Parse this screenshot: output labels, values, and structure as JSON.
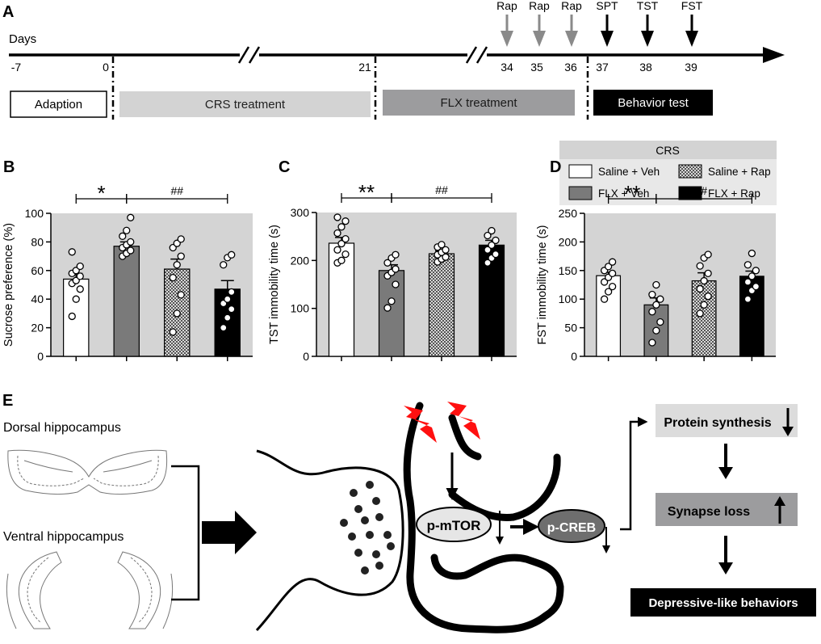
{
  "panels": {
    "a": {
      "letter": "A",
      "days_label": "Days",
      "day_ticks": [
        "-7",
        "0",
        "21",
        "34",
        "35",
        "36",
        "37",
        "38",
        "39"
      ],
      "event_arrows": [
        {
          "label": "Rap",
          "day": "34",
          "color": "#8a8a8a"
        },
        {
          "label": "Rap",
          "day": "35",
          "color": "#8a8a8a"
        },
        {
          "label": "Rap",
          "day": "36",
          "color": "#8a8a8a"
        },
        {
          "label": "SPT",
          "day": "37",
          "color": "#000000"
        },
        {
          "label": "TST",
          "day": "38",
          "color": "#000000"
        },
        {
          "label": "FST",
          "day": "39",
          "color": "#000000"
        }
      ],
      "phases": [
        {
          "label": "Adaption",
          "fill": "#ffffff",
          "text_color": "#000000"
        },
        {
          "label": "CRS treatment",
          "fill": "#d3d3d3",
          "text_color": "#222222"
        },
        {
          "label": "FLX treatment",
          "fill": "#9c9c9e",
          "text_color": "#1a1a1a"
        },
        {
          "label": "Behavior test",
          "fill": "#000000",
          "text_color": "#ffffff"
        }
      ]
    },
    "e": {
      "letter": "E",
      "dorsal_label": "Dorsal hippocampus",
      "ventral_label": "Ventral hippocampus",
      "ptor_label": "p-mTOR",
      "pcreb_label": "p-CREB",
      "protein_label": "Protein synthesis",
      "synapse_label": "Synapse loss",
      "depressive_label": "Depressive-like behaviors",
      "protein_arrow": "down",
      "synapse_arrow": "up"
    }
  },
  "legend": {
    "title": "CRS",
    "items": [
      {
        "label": "Saline + Veh",
        "fill": "#ffffff"
      },
      {
        "label": "Saline + Rap",
        "fill": "hatch"
      },
      {
        "label": "FLX + Veh",
        "fill": "#7a7a7a"
      },
      {
        "label": "FLX + Rap",
        "fill": "#000000"
      }
    ]
  },
  "chart_data": [
    {
      "panel": "B",
      "type": "bar",
      "ylabel": "Sucrose preference (%)",
      "ylim": [
        0,
        100
      ],
      "yticks": [
        0,
        20,
        40,
        60,
        80,
        100
      ],
      "groups": [
        "Saline + Veh",
        "FLX + Veh",
        "Saline + Rap",
        "FLX + Rap"
      ],
      "values": [
        54,
        77,
        61,
        47
      ],
      "sem": [
        4,
        3,
        7,
        6
      ],
      "points": [
        [
          28,
          40,
          47,
          51,
          53,
          56,
          58,
          60,
          63,
          73
        ],
        [
          70,
          72,
          74,
          76,
          78,
          80,
          84,
          88,
          97
        ],
        [
          17,
          30,
          43,
          55,
          64,
          70,
          76,
          79,
          82
        ],
        [
          20,
          27,
          33,
          37,
          40,
          45,
          64,
          69,
          71
        ]
      ],
      "annotations": [
        {
          "text": "*",
          "from": 0,
          "to": 1
        },
        {
          "text": "##",
          "from": 1,
          "to": 3
        }
      ]
    },
    {
      "panel": "C",
      "type": "bar",
      "ylabel": "TST immobility time (s)",
      "ylim": [
        0,
        300
      ],
      "yticks": [
        0,
        100,
        200,
        300
      ],
      "groups": [
        "Saline + Veh",
        "FLX + Veh",
        "Saline + Rap",
        "FLX + Rap"
      ],
      "values": [
        236,
        179,
        214,
        232
      ],
      "sem": [
        12,
        12,
        6,
        10
      ],
      "points": [
        [
          195,
          200,
          213,
          222,
          235,
          245,
          257,
          270,
          282,
          290
        ],
        [
          101,
          115,
          150,
          168,
          175,
          182,
          195,
          205,
          212
        ],
        [
          197,
          203,
          207,
          212,
          217,
          222,
          228,
          233
        ],
        [
          195,
          205,
          213,
          222,
          232,
          242,
          252,
          262
        ]
      ],
      "annotations": [
        {
          "text": "**",
          "from": 0,
          "to": 1
        },
        {
          "text": "##",
          "from": 1,
          "to": 3
        }
      ]
    },
    {
      "panel": "D",
      "type": "bar",
      "ylabel": "FST immobility time (s)",
      "ylim": [
        0,
        250
      ],
      "yticks": [
        0,
        50,
        100,
        150,
        200,
        250
      ],
      "groups": [
        "Saline + Veh",
        "FLX + Veh",
        "Saline + Rap",
        "FLX + Rap"
      ],
      "values": [
        141,
        90,
        132,
        140
      ],
      "sem": [
        6,
        12,
        14,
        9
      ],
      "points": [
        [
          100,
          113,
          122,
          130,
          138,
          145,
          150,
          157,
          165
        ],
        [
          24,
          45,
          60,
          78,
          90,
          100,
          108,
          125
        ],
        [
          75,
          90,
          105,
          118,
          132,
          145,
          158,
          172,
          178
        ],
        [
          100,
          115,
          122,
          130,
          140,
          150,
          160,
          180
        ]
      ],
      "annotations": [
        {
          "text": "**",
          "from": 0,
          "to": 1
        },
        {
          "text": "#",
          "from": 1,
          "to": 3
        }
      ]
    }
  ]
}
